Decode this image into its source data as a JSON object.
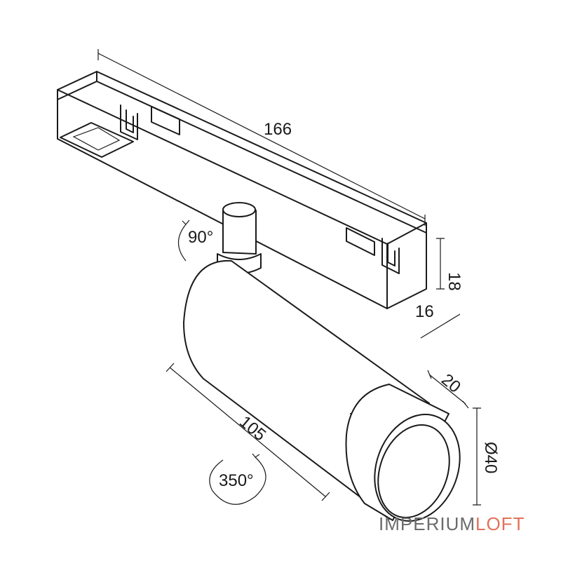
{
  "dimensions": {
    "track_length": "166",
    "track_height": "18",
    "track_depth": "16",
    "tilt_angle": "90°",
    "body_length": "105",
    "head_length": "20",
    "head_diameter": "Ø40",
    "rotation_angle": "350°"
  },
  "brand": {
    "part1": "IMPERIUM",
    "part2": "LOFT",
    "color1": "#6b6b6b",
    "color2": "#e2725b"
  }
}
